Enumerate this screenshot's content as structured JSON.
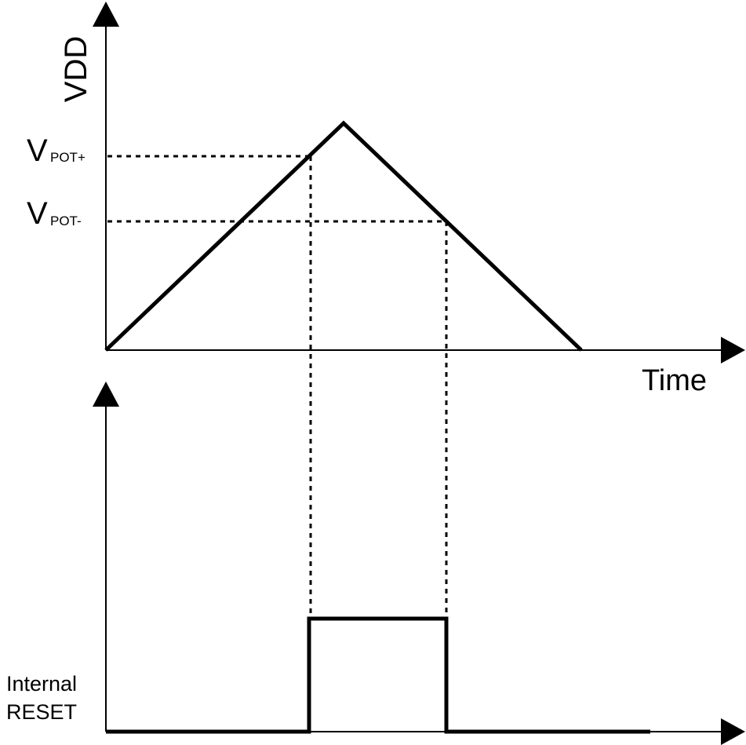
{
  "colors": {
    "line": "#000000",
    "background": "#ffffff"
  },
  "top_axis": {
    "y_label": "VDD",
    "x_label": "Time"
  },
  "thresholds": {
    "upper": {
      "main": "V",
      "sub": "POT+"
    },
    "lower": {
      "main": "V",
      "sub": "POT-"
    }
  },
  "bottom_axis": {
    "signal_label_line1": "Internal",
    "signal_label_line2": "RESET"
  }
}
